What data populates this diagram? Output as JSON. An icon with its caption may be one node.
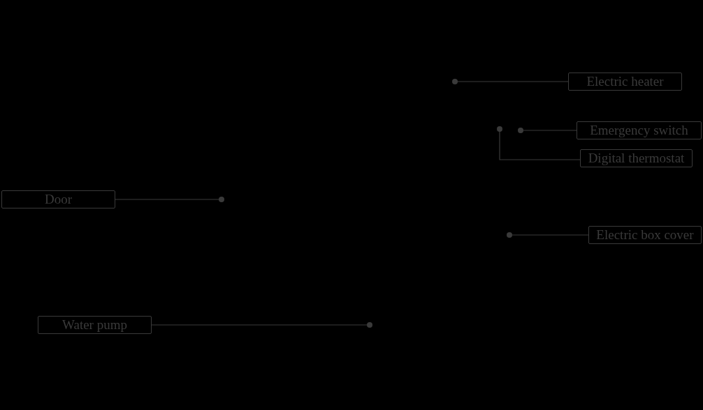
{
  "diagram": {
    "nodes": [
      {
        "text": [
          "Electric heater"
        ]
      },
      {
        "text": [
          "Emergency switch"
        ]
      },
      {
        "text": [
          "Digital thermostat"
        ]
      },
      {
        "text": [
          "Door"
        ]
      },
      {
        "text": [
          "Electric box cover"
        ]
      },
      {
        "text": [
          "Water pump"
        ]
      }
    ],
    "edges": [
      {
        "from": 0,
        "to": null,
        "arrow": "other"
      },
      {
        "from": 1,
        "to": null,
        "arrow": "other"
      },
      {
        "from": 2,
        "to": null,
        "arrow": "other"
      },
      {
        "from": 3,
        "to": null,
        "arrow": "other"
      },
      {
        "from": 4,
        "to": null,
        "arrow": "other"
      },
      {
        "from": 5,
        "to": null,
        "arrow": "other"
      }
    ]
  }
}
